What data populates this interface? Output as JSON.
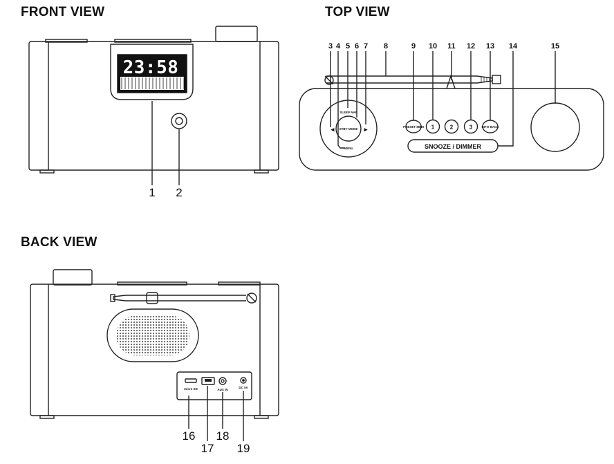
{
  "views": {
    "front": {
      "title": "FRONT VIEW"
    },
    "top": {
      "title": "TOP VIEW"
    },
    "back": {
      "title": "BACK VIEW"
    }
  },
  "display": {
    "time": "23:58"
  },
  "front_callouts": [
    "1",
    "2"
  ],
  "top_callouts": [
    "3",
    "4",
    "5",
    "6",
    "7",
    "8",
    "9",
    "10",
    "11",
    "12",
    "13",
    "14",
    "15"
  ],
  "back_callouts": [
    "16",
    "17",
    "18",
    "19"
  ],
  "top_buttons": {
    "preset_labels": [
      "1",
      "2",
      "3"
    ],
    "snooze_label": "SNOOZE / DIMMER",
    "sleep_nap": "SLEEP NAP",
    "stby_mode": "STBY MODE",
    "menu": "MENU",
    "preset_mem": "PRESET MEM",
    "info_back": "INFO BACK"
  },
  "back_ports": {
    "sd": "micro SD",
    "aux": "AUX IN",
    "dc": "DC 5V"
  }
}
